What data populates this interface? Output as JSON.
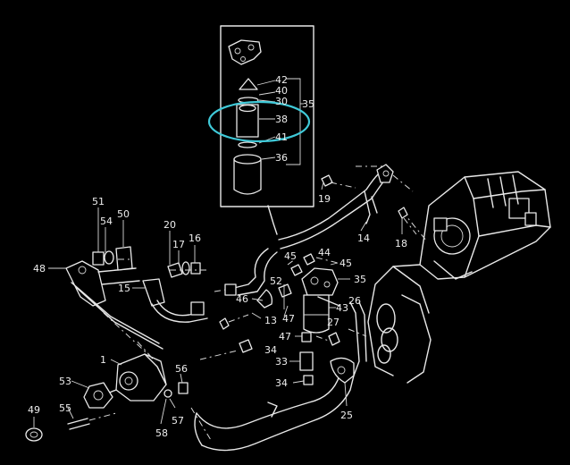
{
  "labels": {
    "l42": "42",
    "l40": "40",
    "l30": "30",
    "l35a": "35",
    "l38": "38",
    "l41": "41",
    "l36": "36",
    "l19": "19",
    "l14": "14",
    "l18": "18",
    "l51": "51",
    "l54": "54",
    "l50": "50",
    "l48": "48",
    "l20": "20",
    "l17": "17",
    "l16": "16",
    "l15": "15",
    "l44": "44",
    "l45a": "45",
    "l45b": "45",
    "l52": "52",
    "l35b": "35",
    "l46": "46",
    "l47a": "47",
    "l13": "13",
    "l43": "43",
    "l26": "26",
    "l27": "27",
    "l47b": "47",
    "l34a": "34",
    "l33": "33",
    "l34b": "34",
    "l1": "1",
    "l56": "56",
    "l53": "53",
    "l55": "55",
    "l57": "57",
    "l58": "58",
    "l49": "49",
    "l25": "25"
  },
  "colors": {
    "background": "#000000",
    "line": "#e8e8e8",
    "highlight": "#3fc9d8"
  }
}
